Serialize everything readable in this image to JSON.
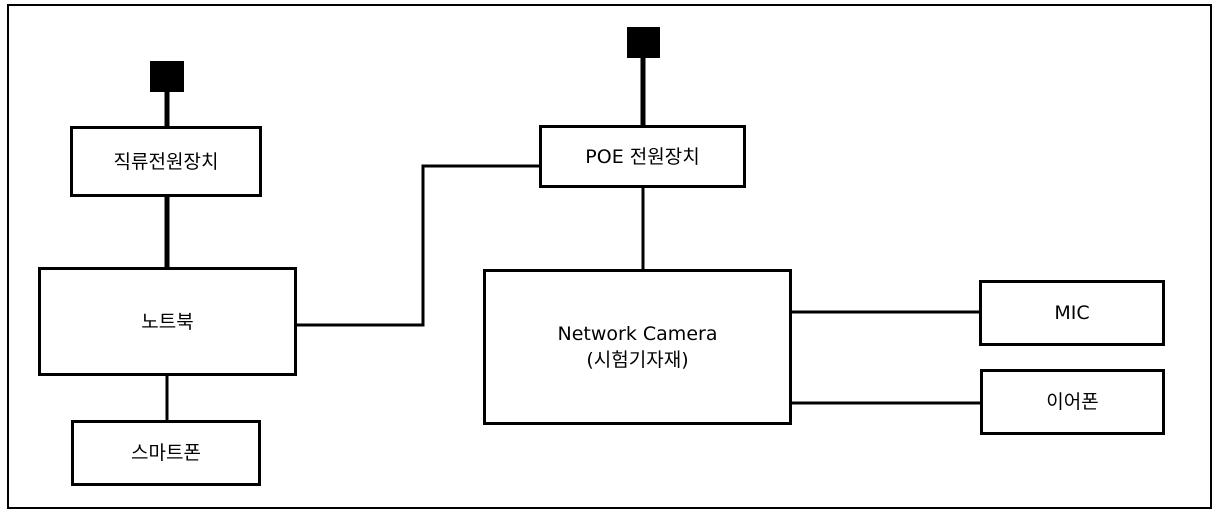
{
  "diagram": {
    "nodes": {
      "dc_power": {
        "label": "직류전원장치"
      },
      "notebook": {
        "label": "노트북"
      },
      "smartphone": {
        "label": "스마트폰"
      },
      "poe_power": {
        "label": "POE 전원장치"
      },
      "camera": {
        "label_line1": "Network Camera",
        "label_line2": "(시험기자재)"
      },
      "mic": {
        "label": "MIC"
      },
      "earphone": {
        "label": "이어폰"
      }
    },
    "edges": [
      {
        "from": "dc_plug",
        "to": "dc_power"
      },
      {
        "from": "dc_power",
        "to": "notebook"
      },
      {
        "from": "notebook",
        "to": "smartphone"
      },
      {
        "from": "notebook",
        "to": "poe_power"
      },
      {
        "from": "poe_plug",
        "to": "poe_power"
      },
      {
        "from": "poe_power",
        "to": "camera"
      },
      {
        "from": "camera",
        "to": "mic"
      },
      {
        "from": "camera",
        "to": "earphone"
      }
    ],
    "colors": {
      "line": "#000000",
      "box_fill": "#ffffff"
    }
  }
}
